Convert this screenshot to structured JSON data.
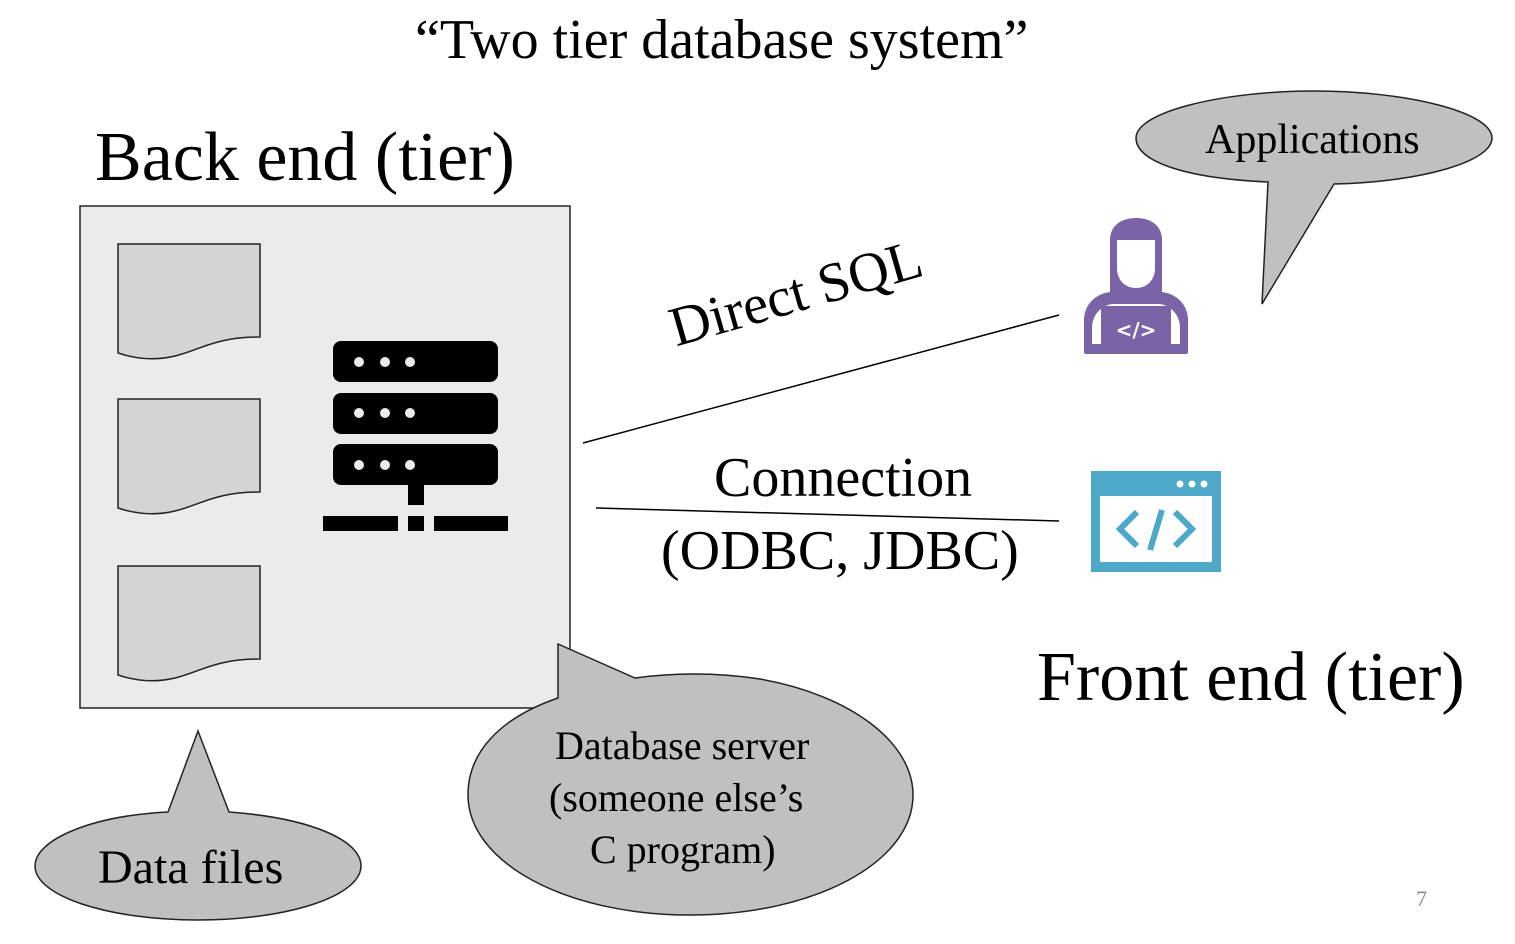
{
  "slide": {
    "title": "“Two tier database system”",
    "page_number": "7"
  },
  "backend": {
    "label": "Back end (tier)",
    "data_files_callout": "Data files",
    "server_callout": [
      "Database server",
      "(someone else’s",
      "C program)"
    ]
  },
  "frontend": {
    "label": "Front end (tier)",
    "applications_callout": "Applications",
    "icons": [
      "developer-laptop-icon",
      "code-window-icon"
    ]
  },
  "connections": {
    "direct_sql": "Direct SQL",
    "connection_line1": "Connection",
    "connection_line2": "(ODBC, JDBC)"
  },
  "colors": {
    "backend_box": "#ebebeb",
    "data_file": "#d4d4d4",
    "callout_fill": "#c0c0c0",
    "developer_icon": "#7b63a8",
    "code_window_icon": "#4ea8c8",
    "page_number": "#8a8a8a"
  }
}
